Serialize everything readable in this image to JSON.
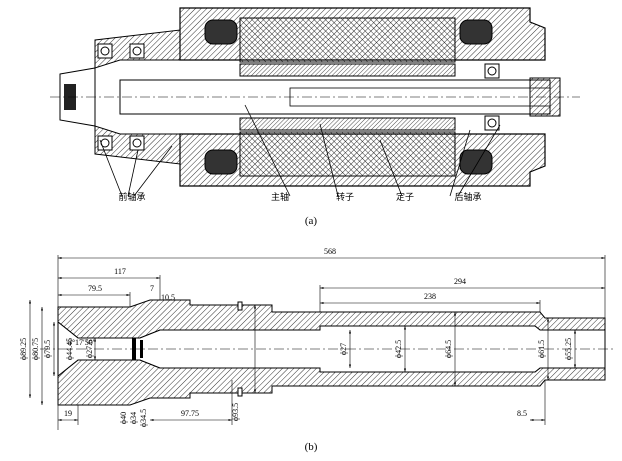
{
  "part_a": {
    "caption": "(a)",
    "labels": {
      "front_bearing": "前轴承",
      "spindle": "主轴",
      "rotor": "转子",
      "stator": "定子",
      "rear_bearing": "后轴承"
    }
  },
  "part_b": {
    "caption": "(b)",
    "dimensions": {
      "overall_length": "568",
      "len_117": "117",
      "len_79_5": "79.5",
      "len_7": "7",
      "len_10_5": "10.5",
      "len_294": "294",
      "len_238": "238",
      "len_19": "19",
      "len_97_75": "97.75",
      "len_8_5": "8.5",
      "dia_89_25": "ϕ89.25",
      "dia_80_75": "ϕ80.75",
      "dia_79_5": "ϕ79.5",
      "dia_44_45": "ϕ44.45",
      "angle_taper": "8°17′50″",
      "dia_27_6": "ϕ27.6",
      "dia_27": "ϕ27",
      "dia_42_5": "ϕ42.5",
      "dia_64_5": "ϕ64.5",
      "dia_61_5": "ϕ61.5",
      "dia_55_25": "ϕ55.25",
      "dia_40": "ϕ40",
      "dia_34": "ϕ34",
      "dia_34_5": "ϕ34.5",
      "dia_93_5": "ϕ93.5"
    }
  }
}
